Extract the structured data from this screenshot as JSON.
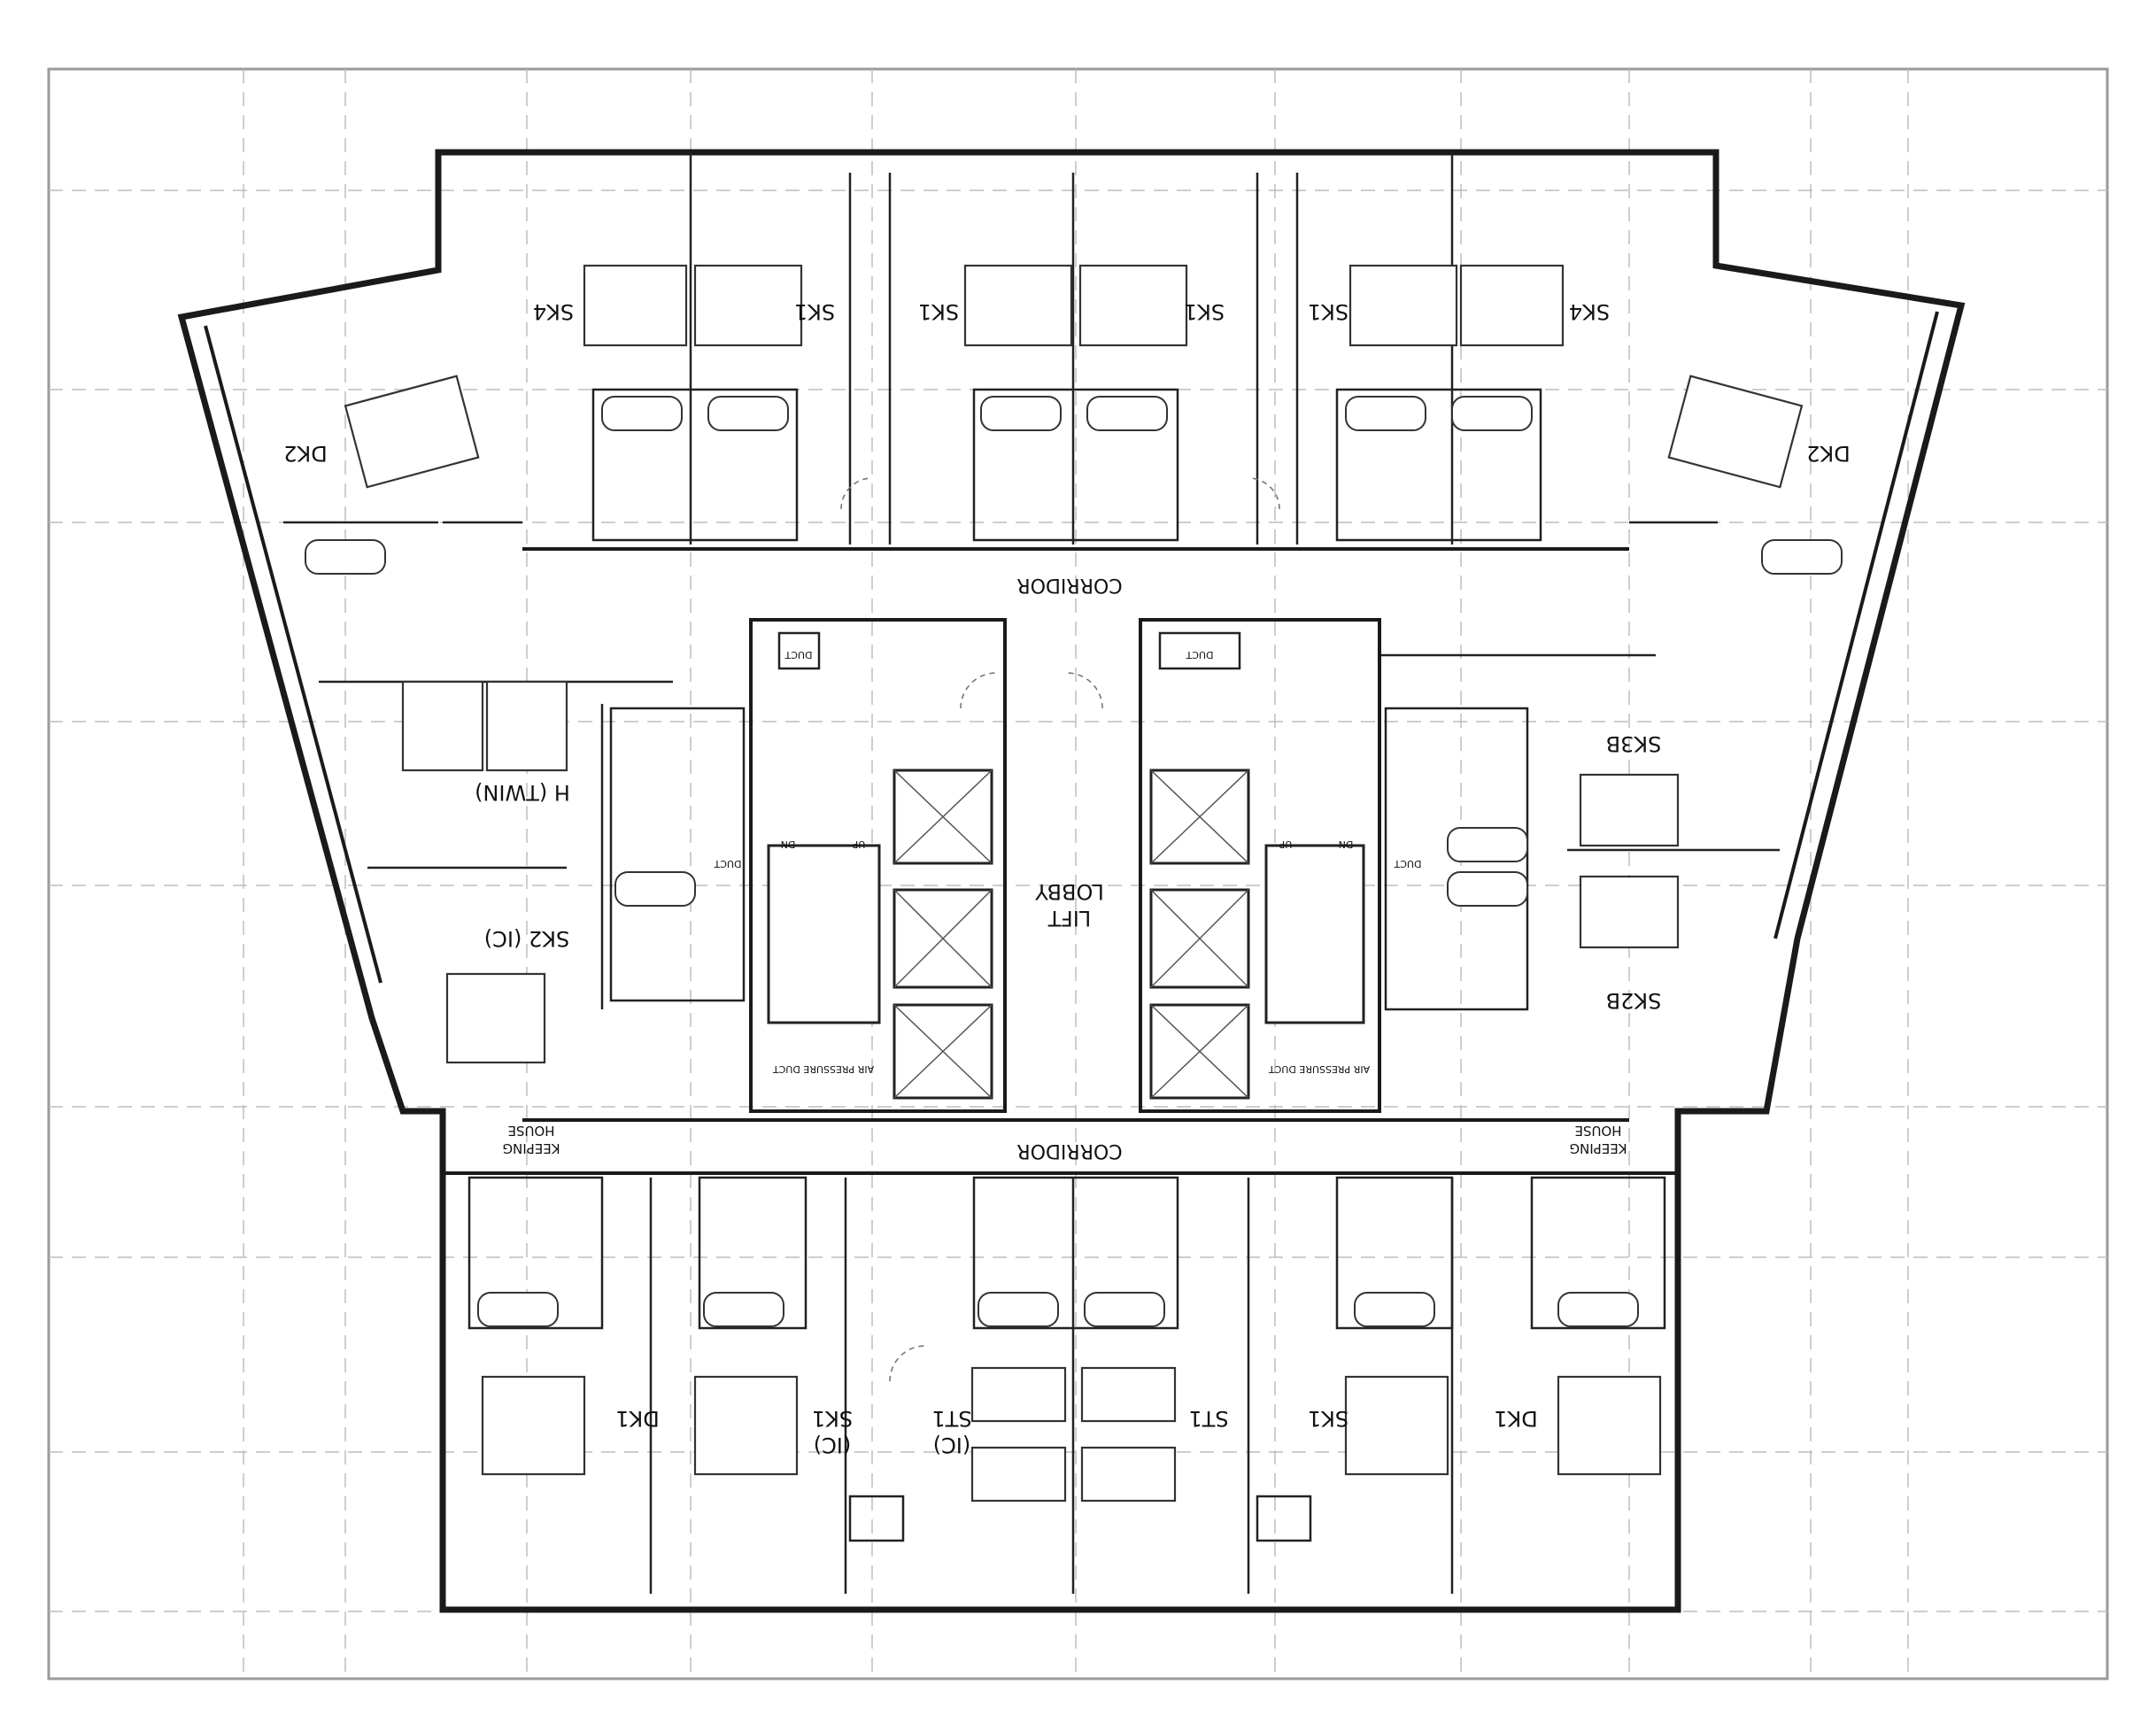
{
  "rooms": {
    "top": [
      "SK4",
      "SK1",
      "SK1",
      "SK1",
      "SK1",
      "SK4"
    ],
    "dk2_left": "DK2",
    "dk2_right": "DK2",
    "h_twin": "H (TWIN)",
    "sk2_ic": "SK2 (IC)",
    "sk3b": "SK3B",
    "sk2b": "SK2B",
    "bottom": {
      "dk1_left": "DK1",
      "sk1_ic_top": "SK1",
      "sk1_ic_bottom": "(IC)",
      "st1_ic_top": "ST1",
      "st1_ic_bottom": "(IC)",
      "st1": "ST1",
      "sk1": "SK1",
      "dk1_right": "DK1"
    }
  },
  "circulation": {
    "corridor_top": "CORRIDOR",
    "corridor_bottom": "CORRIDOR",
    "lift_lobby_line1": "LIFT",
    "lift_lobby_line2": "LOBBY",
    "duct": "DUCT",
    "air_pressure_duct": "AIR PRESSURE DUCT",
    "up": "UP",
    "dn": "DN",
    "housekeeping_line1": "HOUSE",
    "housekeeping_line2": "KEEPING"
  }
}
